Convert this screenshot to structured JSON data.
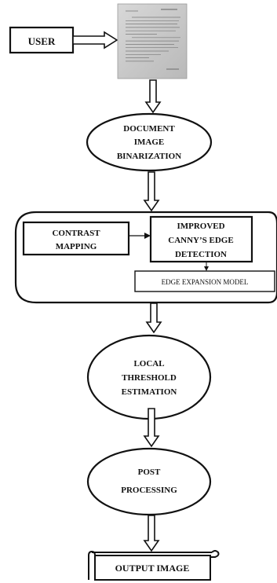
{
  "nodes": {
    "user": "USER",
    "binarization": [
      "DOCUMENT",
      "IMAGE",
      "BINARIZATION"
    ],
    "contrast": [
      "CONTRAST",
      "MAPPING"
    ],
    "canny": [
      "IMPROVED",
      "CANNY’S EDGE",
      "DETECTION"
    ],
    "edge_expansion": "EDGE EXPANSION MODEL",
    "threshold": [
      "LOCAL",
      "THRESHOLD",
      "ESTIMATION"
    ],
    "post": [
      "POST",
      "PROCESSING"
    ],
    "output": "OUTPUT IMAGE"
  },
  "document_thumbnail": {
    "heading": "",
    "line_count": 14,
    "signature_present": true,
    "colors": {
      "paper": "#cfcfcf",
      "ink": "#7a7a7a"
    }
  },
  "colors": {
    "stroke": "#111111",
    "fill": "#ffffff",
    "text": "#111111"
  }
}
